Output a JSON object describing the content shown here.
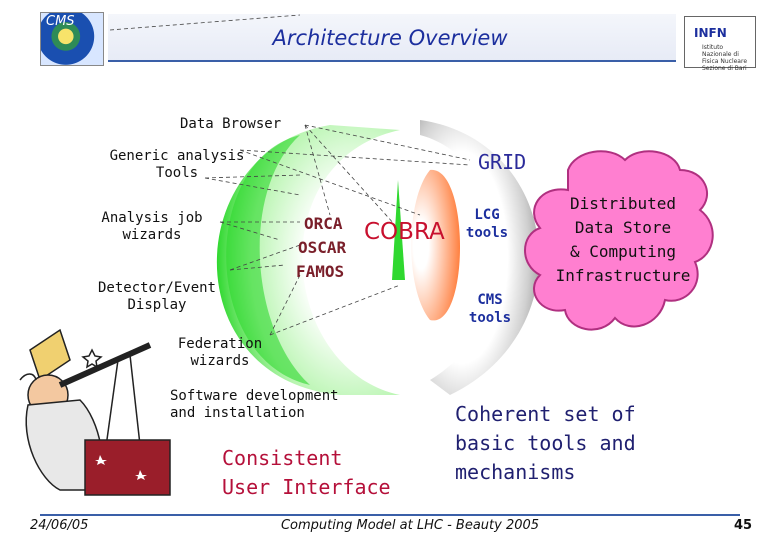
{
  "header": {
    "title": "Architecture Overview",
    "logo_left_text": "CMS",
    "logo_right_text": "INFN",
    "logo_right_subtext": "Istituto Nazionale di Fisica Nucleare Sezione di Bari"
  },
  "labels": {
    "data_browser": "Data Browser",
    "generic_analysis": "Generic analysis\nTools",
    "analysis_wizards": "Analysis job\nwizards",
    "detector_display": "Detector/Event\nDisplay",
    "federation_wizards": "Federation\nwizards",
    "software_development": "Software development\nand installation",
    "orca": "ORCA",
    "oscar": "OSCAR",
    "famos": "FAMOS",
    "cobra": "COBRA",
    "grid": "GRID",
    "lcg_tools": "LCG\ntools",
    "cms_tools": "CMS\ntools",
    "distributed": "Distributed\nData Store\n& Computing\nInfrastructure",
    "consistent_ui": "Consistent\nUser Interface",
    "coherent": "Coherent set of\nbasic tools and\nmechanisms"
  },
  "footer": {
    "date": "24/06/05",
    "title": "Computing Model at LHC - Beauty 2005",
    "page": "45"
  },
  "colors": {
    "title": "#1c2f9e",
    "green_area": "#3fe13f",
    "cloud_fill": "#ff7fd0",
    "cobra": "#c8102e",
    "consistent": "#b5103a"
  }
}
